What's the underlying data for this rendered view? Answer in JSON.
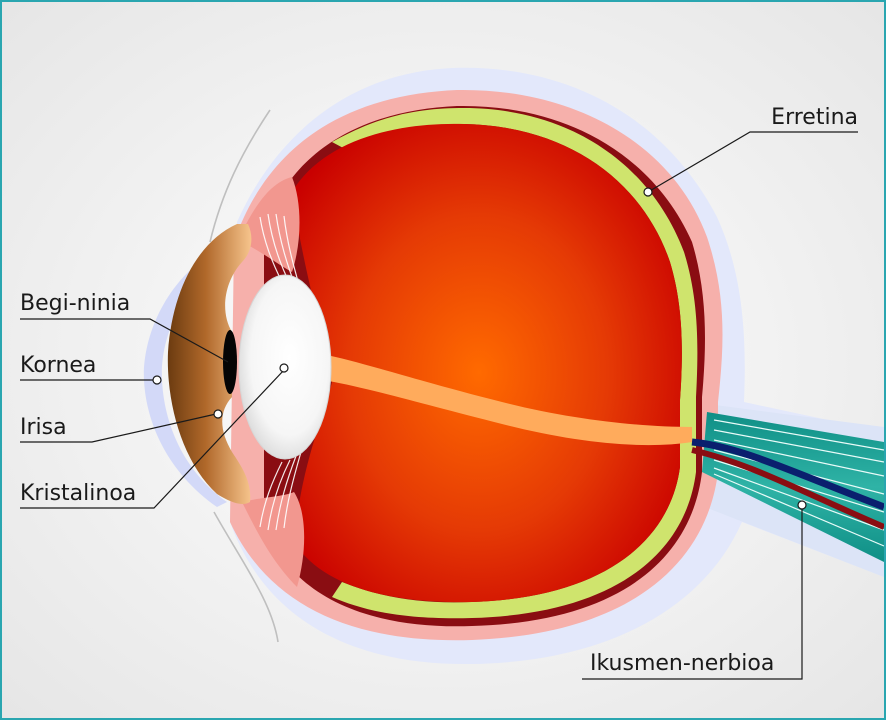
{
  "labels": {
    "pupil": "Begi-ninia",
    "cornea": "Kornea",
    "iris": "Irisa",
    "lens": "Kristalinoa",
    "retina": "Erretina",
    "optic_nerve": "Ikusmen-nerbioa"
  }
}
